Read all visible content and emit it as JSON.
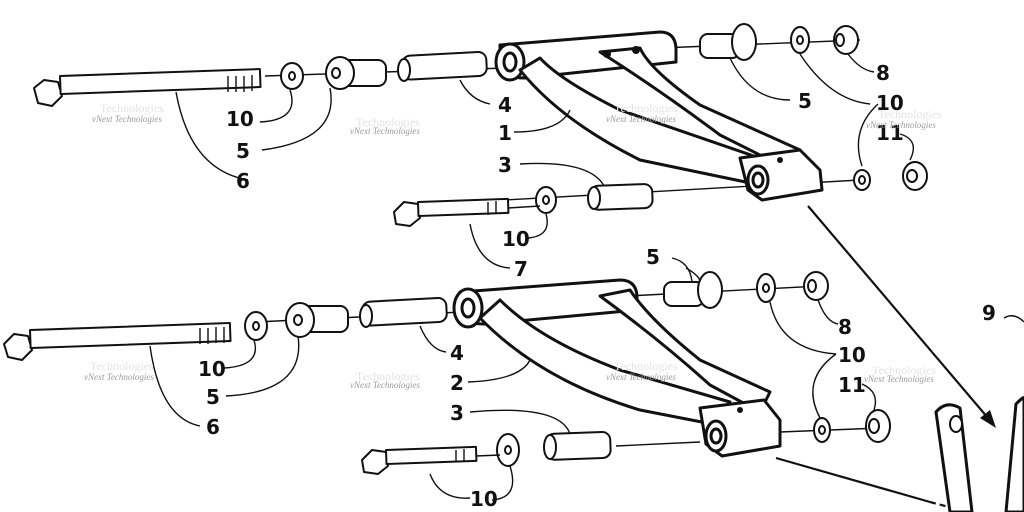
{
  "diagram": {
    "callouts_upper": [
      {
        "id": "c-8-upper",
        "text": "8"
      },
      {
        "id": "c-5-upper-right",
        "text": "5"
      },
      {
        "id": "c-10-upper-right",
        "text": "10"
      },
      {
        "id": "c-11-upper",
        "text": "11"
      },
      {
        "id": "c-4-upper",
        "text": "4"
      },
      {
        "id": "c-1",
        "text": "1"
      },
      {
        "id": "c-10-upper-left",
        "text": "10"
      },
      {
        "id": "c-5-upper-left",
        "text": "5"
      },
      {
        "id": "c-6-upper",
        "text": "6"
      },
      {
        "id": "c-3-upper",
        "text": "3"
      },
      {
        "id": "c-10-upper-bolt",
        "text": "10"
      },
      {
        "id": "c-7",
        "text": "7"
      }
    ],
    "callouts_lower": [
      {
        "id": "c-9",
        "text": "9"
      },
      {
        "id": "c-5-lower-top",
        "text": "5"
      },
      {
        "id": "c-8-lower",
        "text": "8"
      },
      {
        "id": "c-10-lower-right",
        "text": "10"
      },
      {
        "id": "c-11-lower",
        "text": "11"
      },
      {
        "id": "c-4-lower",
        "text": "4"
      },
      {
        "id": "c-2",
        "text": "2"
      },
      {
        "id": "c-3-lower",
        "text": "3"
      },
      {
        "id": "c-10-lower-left",
        "text": "10"
      },
      {
        "id": "c-5-lower-left",
        "text": "5"
      },
      {
        "id": "c-6-lower",
        "text": "6"
      },
      {
        "id": "c-10-lower-bolt",
        "text": "10"
      }
    ],
    "watermark": {
      "text": "vNext Technologies",
      "text_faint": "Technologies"
    }
  }
}
